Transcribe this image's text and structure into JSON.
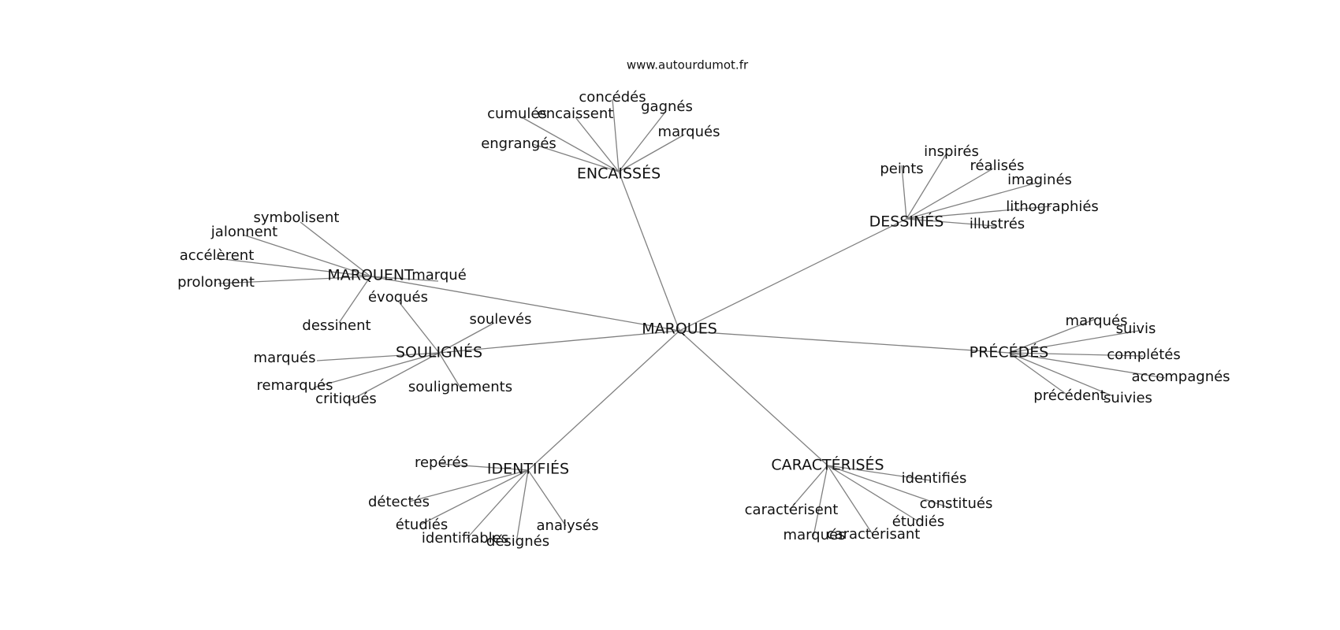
{
  "source": "www.autourdumot.fr",
  "graph": {
    "root": "MARQUES",
    "hubs": [
      {
        "label": "ENCAISSÉS",
        "leaves": [
          "engrangés",
          "cumulés",
          "encaissent",
          "concédés",
          "gagnés",
          "marqués"
        ]
      },
      {
        "label": "DESSINÉS",
        "leaves": [
          "peints",
          "inspirés",
          "réalisés",
          "imaginés",
          "lithographiés",
          "illustrés"
        ]
      },
      {
        "label": "MARQUENT",
        "leaves": [
          "symbolisent",
          "jalonnent",
          "accélèrent",
          "prolongent",
          "dessinent",
          "marqué"
        ]
      },
      {
        "label": "SOULIGNÉS",
        "leaves": [
          "évoqués",
          "soulevés",
          "marqués",
          "remarqués",
          "critiqués",
          "soulignements"
        ]
      },
      {
        "label": "PRÉCÉDÉS",
        "leaves": [
          "marqués",
          "suivis",
          "complétés",
          "accompagnés",
          "précédent",
          "suivies"
        ]
      },
      {
        "label": "IDENTIFIÉS",
        "leaves": [
          "repérés",
          "détectés",
          "étudiés",
          "identifiables",
          "désignés",
          "analysés"
        ]
      },
      {
        "label": "CARACTÉRISÉS",
        "leaves": [
          "identifiés",
          "constitués",
          "étudiés",
          "caractérisant",
          "marqués",
          "caractérisent"
        ]
      }
    ]
  }
}
